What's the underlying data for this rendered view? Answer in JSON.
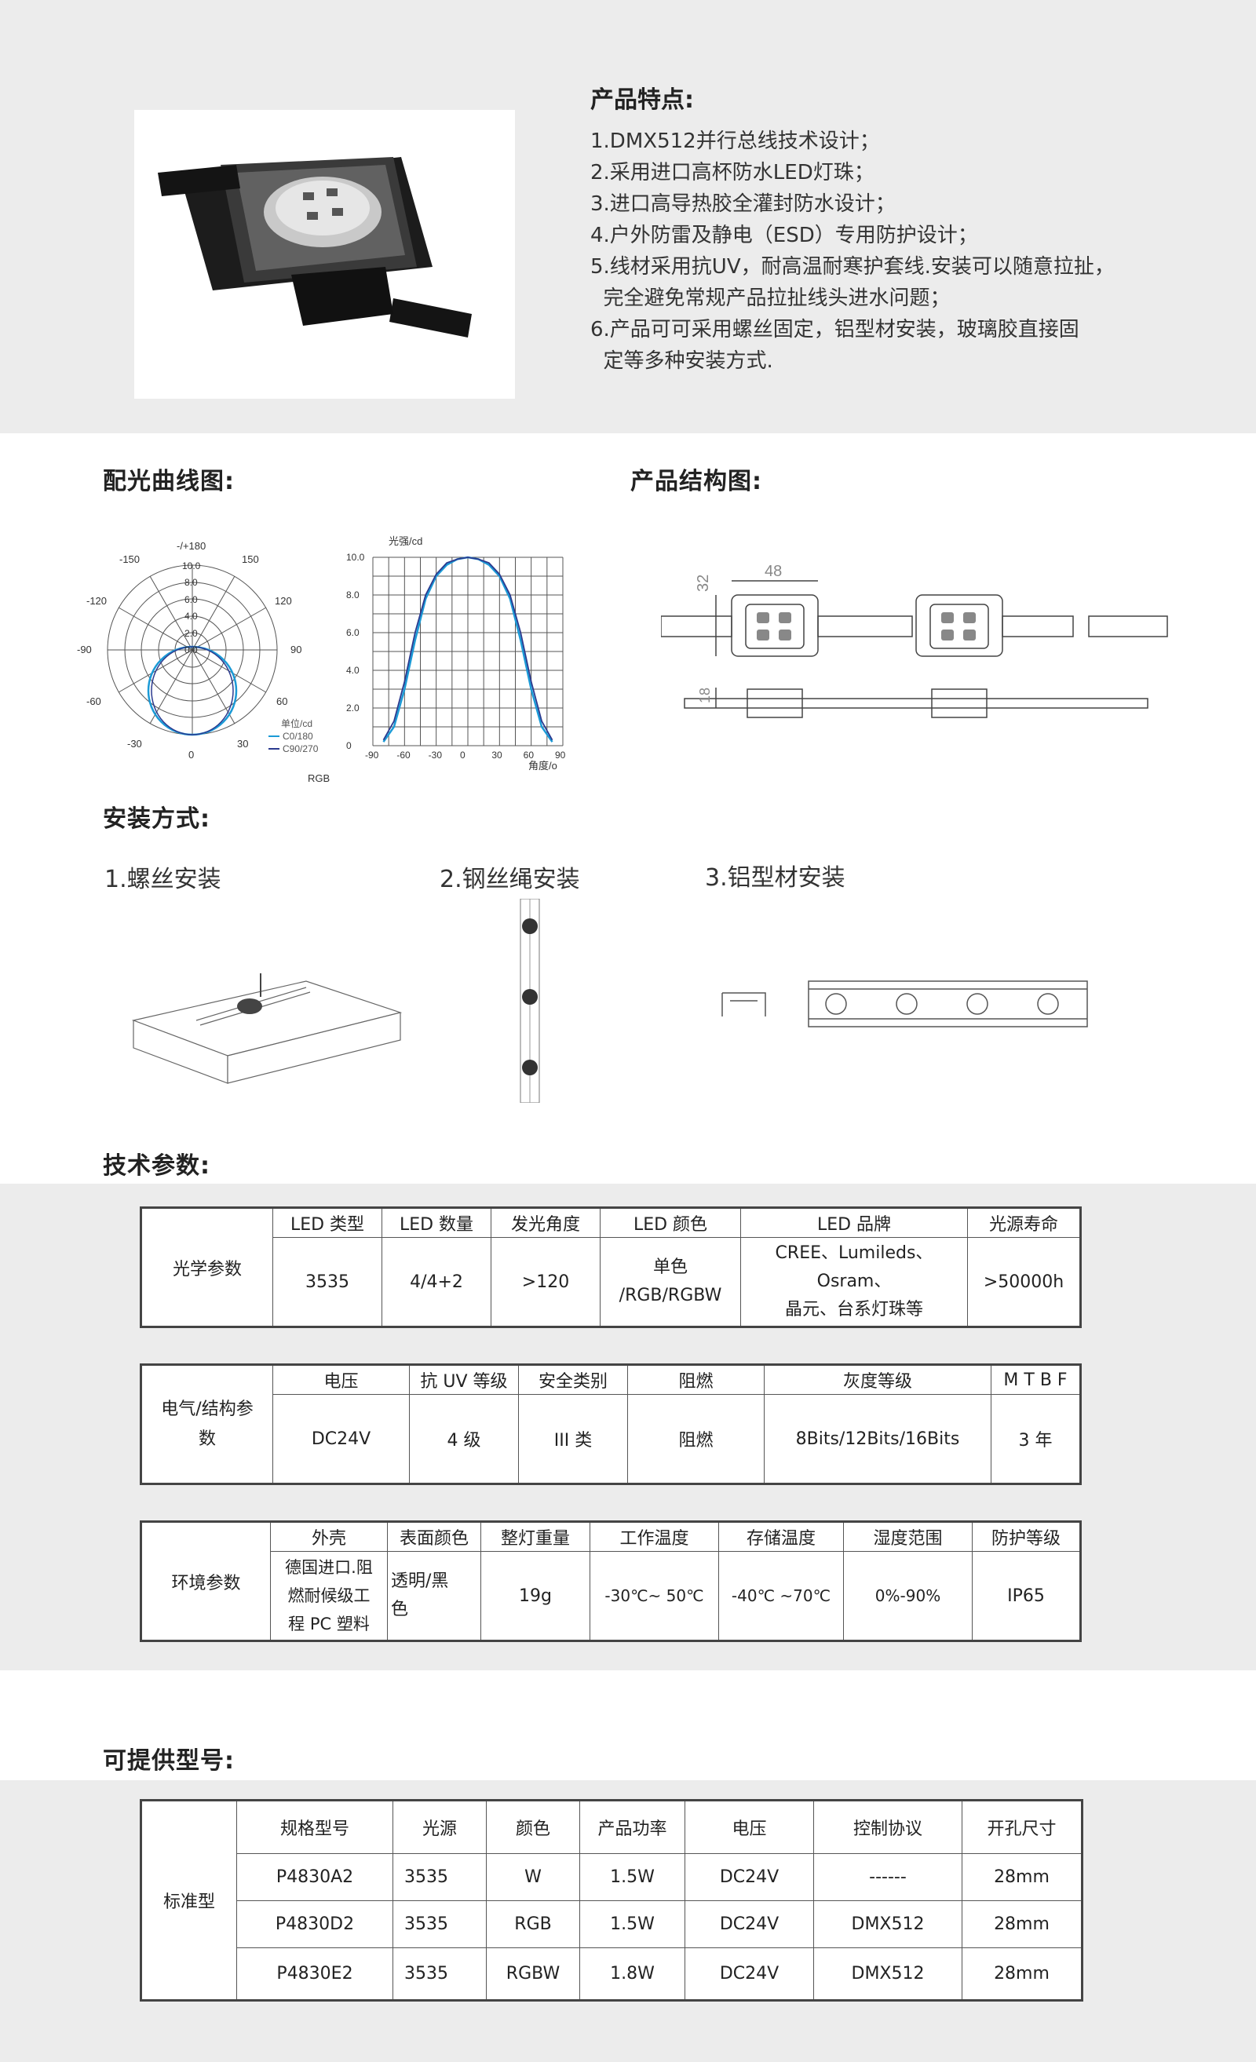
{
  "features": {
    "title": "产品特点:",
    "items": [
      "1.DMX512并行总线技术设计；",
      "2.采用进口高杯防水LED灯珠；",
      "3.进口高导热胶全灌封防水设计；",
      "4.户外防雷及静电（ESD）专用防护设计；",
      "5.线材采用抗UV，耐高温耐寒护套线.安装可以随意拉扯，",
      "  完全避免常规产品拉扯线头进水问题；",
      "6.产品可可采用螺丝固定，铝型材安装，玻璃胶直接固",
      "  定等多种安装方式."
    ]
  },
  "light_curve": {
    "title": "配光曲线图:",
    "polar": {
      "top_label": "-/+180",
      "angle_labels": [
        "-150",
        "150",
        "-120",
        "120",
        "-90",
        "90",
        "-60",
        "60",
        "-30",
        "30",
        "0"
      ],
      "radial_labels": [
        "10.0",
        "8.0",
        "6.0",
        "4.0",
        "2.0",
        "0.0"
      ],
      "legend_unit": "单位/cd",
      "legend_c0": "C0/180",
      "legend_c90": "C90/270",
      "footer": "RGB"
    },
    "chart_data": {
      "type": "line",
      "title": "",
      "ylabel": "光强/cd",
      "xlabel": "角度/o",
      "xlim": [
        -90,
        90
      ],
      "ylim": [
        0,
        10
      ],
      "x_ticks": [
        "-90",
        "-60",
        "-30",
        "0",
        "30",
        "60",
        "90"
      ],
      "y_ticks": [
        "0",
        "2.0",
        "4.0",
        "6.0",
        "8.0",
        "10.0"
      ],
      "series": [
        {
          "x": [
            -80,
            -70,
            -60,
            -50,
            -40,
            -30,
            -20,
            -10,
            0,
            10,
            20,
            30,
            40,
            50,
            60,
            70,
            80
          ],
          "y": [
            0.2,
            1.0,
            3.0,
            5.6,
            7.8,
            9.0,
            9.6,
            9.9,
            10.0,
            9.9,
            9.6,
            9.0,
            7.8,
            5.6,
            3.0,
            1.0,
            0.2
          ]
        },
        {
          "x": [
            -80,
            -70,
            -60,
            -50,
            -40,
            -30,
            -20,
            -10,
            0,
            10,
            20,
            30,
            40,
            50,
            60,
            70,
            80
          ],
          "y": [
            0.3,
            1.3,
            3.4,
            6.0,
            8.0,
            9.1,
            9.7,
            9.9,
            10.0,
            9.9,
            9.7,
            9.1,
            8.0,
            6.0,
            3.4,
            1.3,
            0.3
          ]
        }
      ],
      "colors": [
        "#1b9ad6",
        "#2b3a8f"
      ]
    }
  },
  "structure": {
    "title": "产品结构图:",
    "dim_width": "48",
    "dim_height": "32",
    "dim_depth": "18"
  },
  "install": {
    "title": "安装方式:",
    "methods": [
      "1.螺丝安装",
      "2.钢丝绳安装",
      "3.铝型材安装"
    ]
  },
  "tech": {
    "title": "技术参数:",
    "optical": {
      "label": "光学参数",
      "headers": [
        "LED 类型",
        "LED 数量",
        "发光角度",
        "LED 颜色",
        "LED 品牌",
        "光源寿命"
      ],
      "values": [
        "3535",
        "4/4+2",
        ">120",
        "单色\n/RGB/RGBW",
        "CREE、Lumileds、Osram、\n晶元、台系灯珠等",
        ">50000h"
      ]
    },
    "electrical": {
      "label": "电气/结构参\n数",
      "headers": [
        "电压",
        "抗 UV 等级",
        "安全类别",
        "阻燃",
        "灰度等级",
        "M T B F"
      ],
      "values": [
        "DC24V",
        "4 级",
        "III 类",
        "阻燃",
        "8Bits/12Bits/16Bits",
        "3 年"
      ]
    },
    "environment": {
      "label": "环境参数",
      "headers": [
        "外壳",
        "表面颜色",
        "整灯重量",
        "工作温度",
        "存储温度",
        "湿度范围",
        "防护等级"
      ],
      "values": [
        "德国进口.阻\n燃耐候级工\n程 PC 塑料",
        "透明/黑\n色",
        "19g",
        "-30℃~ 50℃",
        "-40℃  ~70℃",
        "0%-90%",
        "IP65"
      ]
    }
  },
  "models": {
    "title": "可提供型号:",
    "group_label": "标准型",
    "headers": [
      "规格型号",
      "光源",
      "颜色",
      "产品功率",
      "电压",
      "控制协议",
      "开孔尺寸"
    ],
    "rows": [
      [
        "P4830A2",
        "3535",
        "W",
        "1.5W",
        "DC24V",
        "------",
        "28mm"
      ],
      [
        "P4830D2",
        "3535",
        "RGB",
        "1.5W",
        "DC24V",
        "DMX512",
        "28mm"
      ],
      [
        "P4830E2",
        "3535",
        "RGBW",
        "1.8W",
        "DC24V",
        "DMX512",
        "28mm"
      ]
    ]
  }
}
